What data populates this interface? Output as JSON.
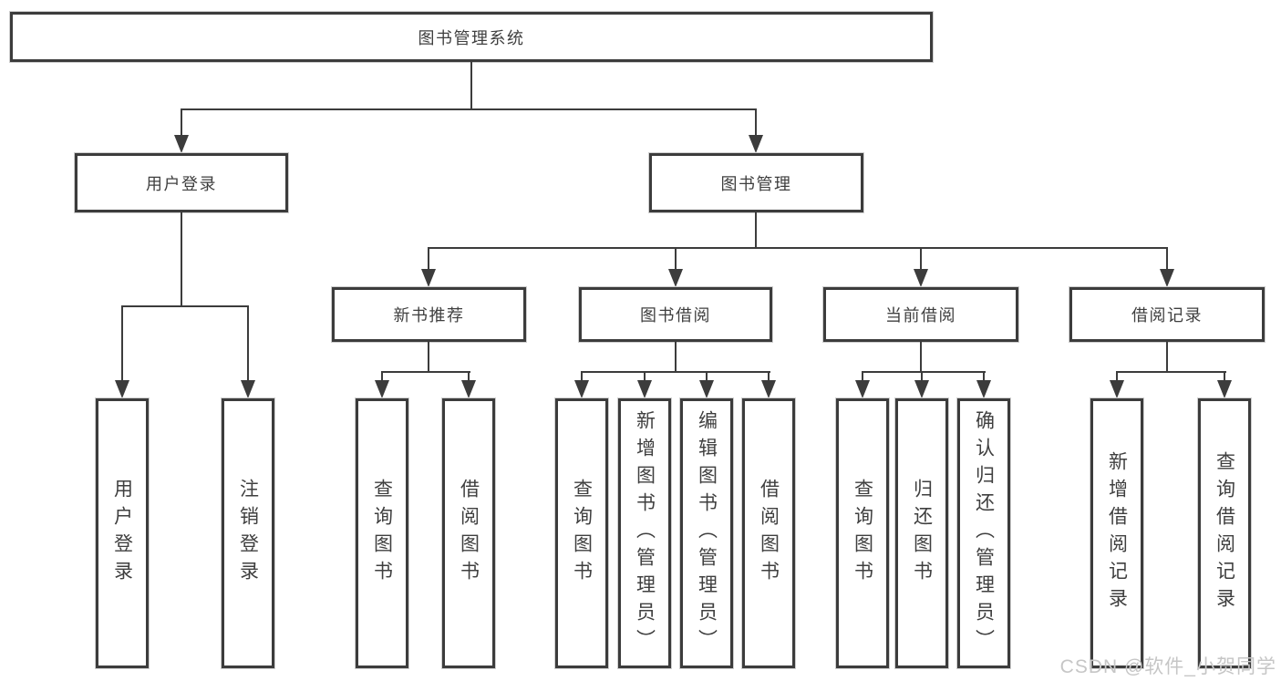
{
  "diagram": {
    "root": {
      "label": "图书管理系统"
    },
    "branches": [
      {
        "label": "用户登录",
        "children": [
          {
            "label": "用户登录"
          },
          {
            "label": "注销登录"
          }
        ]
      },
      {
        "label": "图书管理",
        "children": [
          {
            "label": "新书推荐",
            "children": [
              {
                "label": "查询图书"
              },
              {
                "label": "借阅图书"
              }
            ]
          },
          {
            "label": "图书借阅",
            "children": [
              {
                "label": "查询图书"
              },
              {
                "label": "新增图书（管理员）"
              },
              {
                "label": "编辑图书（管理员）"
              },
              {
                "label": "借阅图书"
              }
            ]
          },
          {
            "label": "当前借阅",
            "children": [
              {
                "label": "查询图书"
              },
              {
                "label": "归还图书"
              },
              {
                "label": "确认归还（管理员）"
              }
            ]
          },
          {
            "label": "借阅记录",
            "children": [
              {
                "label": "新增借阅记录"
              },
              {
                "label": "查询借阅记录"
              }
            ]
          }
        ]
      }
    ]
  },
  "watermark": {
    "text": "CSDN @软件_小贺同学"
  },
  "colors": {
    "line": "#3c3c3c",
    "box_border": "#3c3c3c",
    "text": "#3f3f3f",
    "watermark": "#c6c6c6",
    "background": "#ffffff"
  }
}
